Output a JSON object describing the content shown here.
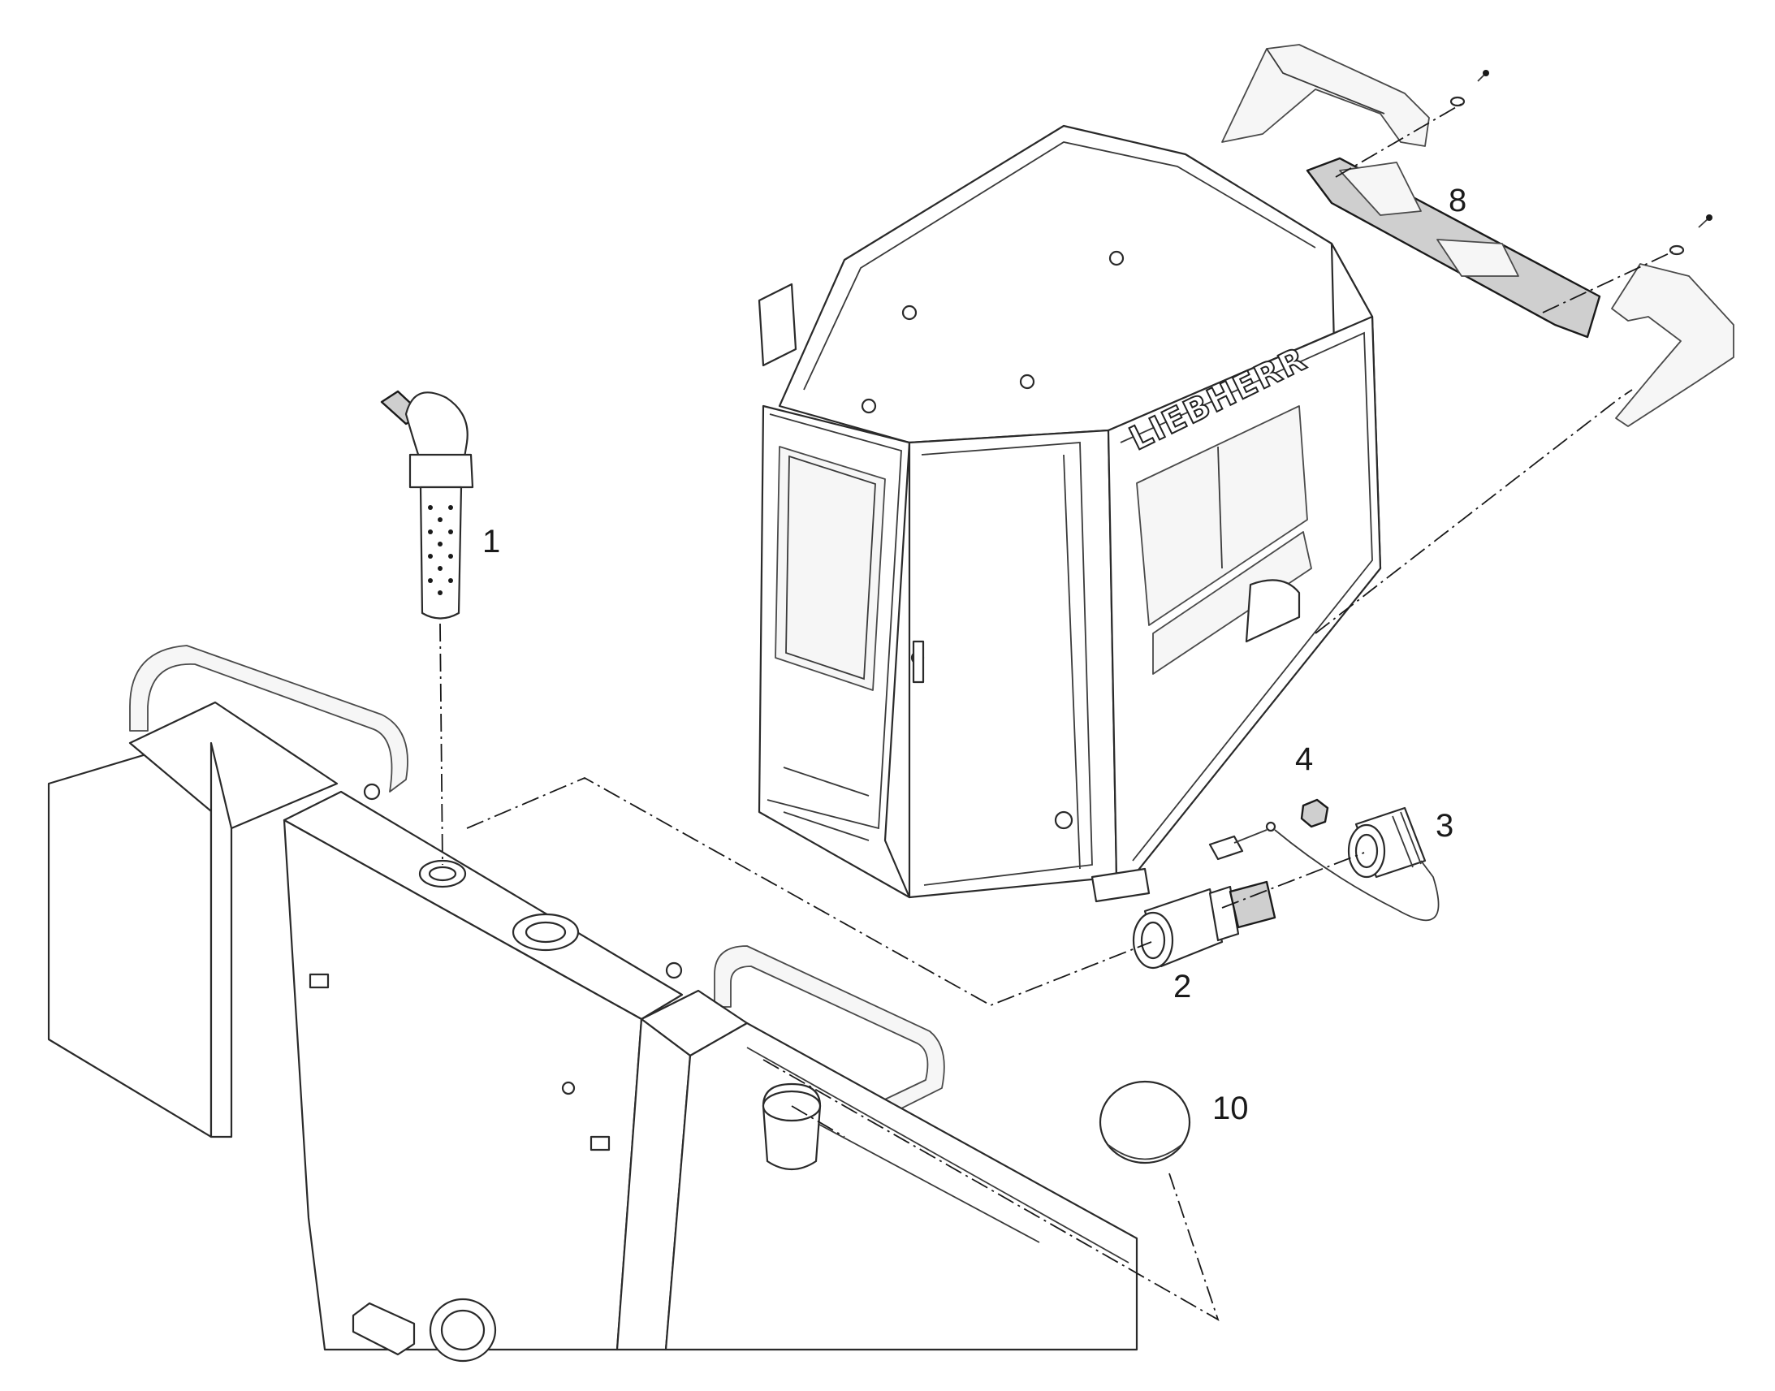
{
  "brand_text": "LIEBHERR",
  "callouts": [
    {
      "id": "1",
      "label": "1"
    },
    {
      "id": "2",
      "label": "2"
    },
    {
      "id": "3",
      "label": "3"
    },
    {
      "id": "4",
      "label": "4"
    },
    {
      "id": "8",
      "label": "8"
    },
    {
      "id": "10",
      "label": "10"
    }
  ],
  "colors": {
    "line": "#1a1a1a",
    "background": "#ffffff"
  }
}
